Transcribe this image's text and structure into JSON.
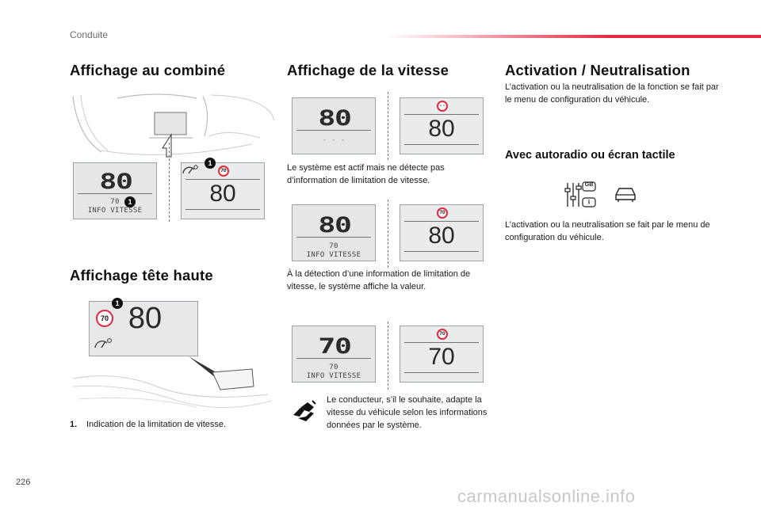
{
  "header": {
    "section": "Conduite"
  },
  "col1": {
    "title": "Affichage au combiné",
    "lcd_speed": "80",
    "lcd_limit": "70",
    "lcd_info": "INFO VITESSE",
    "sign_value": "70",
    "screen_speed": "80",
    "callout": "1",
    "hud_title": "Affichage tête haute",
    "hud_sign": "70",
    "hud_speed": "80",
    "hud_callout": "1",
    "footnote_num": "1.",
    "footnote_text": "Indication de la limitation de vitesse."
  },
  "col2": {
    "title": "Affichage de la vitesse",
    "row1": {
      "lcd_speed": "80",
      "lcd_dashes": "- - -",
      "sign": "- -",
      "screen": "80"
    },
    "text1": "Le système est actif mais ne détecte pas d’information de limitation de vitesse.",
    "row2": {
      "lcd_speed": "80",
      "lcd_limit": "70",
      "lcd_info": "INFO VITESSE",
      "sign": "70",
      "screen": "80"
    },
    "text2": "À la détection d’une information de limitation de vitesse, le système affiche la valeur.",
    "row3": {
      "lcd_speed": "70",
      "lcd_limit": "70",
      "lcd_info": "INFO VITESSE",
      "sign": "70",
      "screen": "70"
    },
    "text3": "Le conducteur, s’il le souhaite, adapte la vitesse du véhicule selon les informations données par le système."
  },
  "col3": {
    "title": "Activation / Neutralisation",
    "intro": "L’activation ou la neutralisation de la fonction se fait par le menu de configuration du véhicule.",
    "subtitle": "Avec autoradio ou écran tactile",
    "icon_badge": "GB",
    "text": "L’activation ou la neutralisation se fait par le menu de configuration du véhicule."
  },
  "page": {
    "number": "226",
    "watermark": "carmanualsonline.info"
  }
}
